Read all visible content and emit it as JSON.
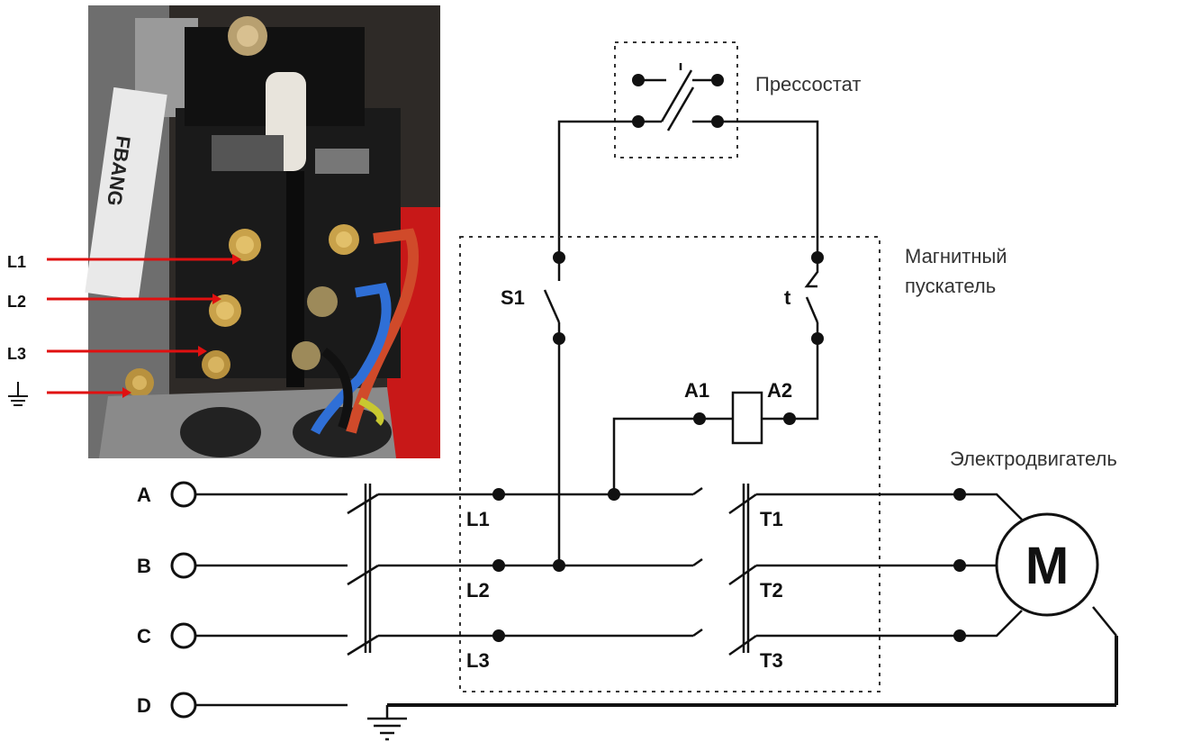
{
  "phases": [
    "A",
    "B",
    "C",
    "D"
  ],
  "photo_labels": [
    "L1",
    "L2",
    "L3",
    "⏚"
  ],
  "pressure_switch": {
    "caption": "Прессостат"
  },
  "starter": {
    "caption_line1": "Магнитный",
    "caption_line2": "пускатель",
    "switch_label": "S1",
    "thermal_label": "t",
    "coil_a1": "A1",
    "coil_a2": "A2"
  },
  "terminals_in": [
    "L1",
    "L2",
    "L3"
  ],
  "terminals_out": [
    "T1",
    "T2",
    "T3"
  ],
  "motor": {
    "caption": "Электродвигатель",
    "symbol": "M"
  },
  "colors": {
    "arrow": "#e01010",
    "photo_bg": "#3a342e",
    "wire_red": "#d04a2a",
    "wire_blue": "#2f6fd6"
  },
  "icons": [
    "ground-icon",
    "motor-icon",
    "contact-icon",
    "arrow-icon"
  ]
}
